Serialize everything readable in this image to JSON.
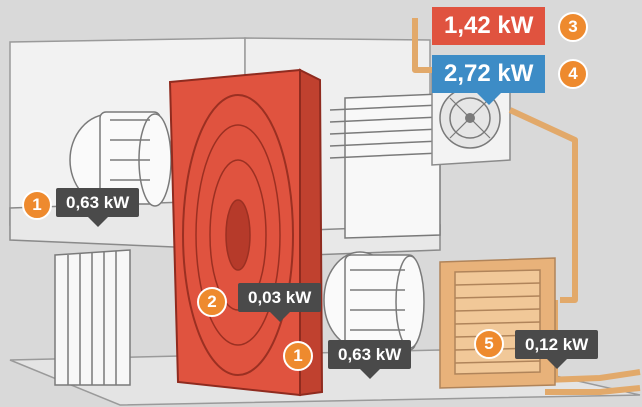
{
  "labels": [
    {
      "id": "a",
      "badge": "1",
      "value": "0,63 kW"
    },
    {
      "id": "b",
      "badge": "2",
      "value": "0,03 kW"
    },
    {
      "id": "c",
      "badge": "1",
      "value": "0,63 kW"
    },
    {
      "id": "d",
      "badge": "3",
      "value": "1,42 kW"
    },
    {
      "id": "e",
      "badge": "4",
      "value": "2,72 kW"
    },
    {
      "id": "f",
      "badge": "5",
      "value": "0,12 kW"
    }
  ],
  "colors": {
    "highlight_wheel": "#e0533f",
    "heater_coil": "#e8b27a",
    "callout_bg": "#4a4a4a",
    "badge": "#ee8a2e",
    "label_red": "#e0533f",
    "label_blue": "#3d8cc6"
  }
}
